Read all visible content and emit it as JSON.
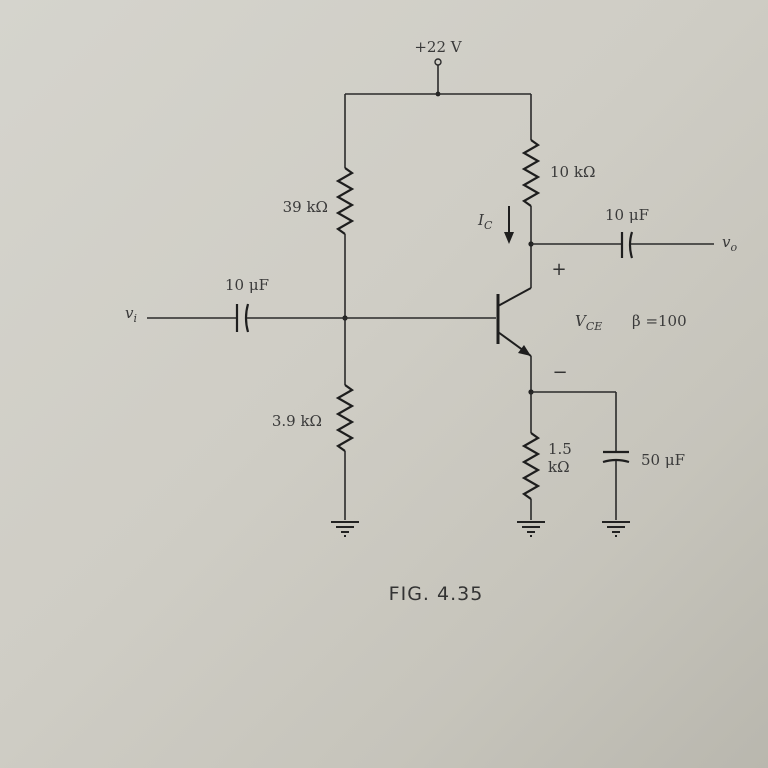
{
  "figure": {
    "caption": "FIG. 4.35",
    "supply": "+22 V",
    "labels": {
      "r1": "39 kΩ",
      "r2": "3.9 kΩ",
      "rc": "10 kΩ",
      "re_top": "1.5",
      "re_bottom": "kΩ",
      "c_in": "10 μF",
      "c_out": "10 μF",
      "c_e": "50 μF",
      "vi": "v",
      "vi_sub": "i",
      "vo": "v",
      "vo_sub": "o",
      "ic": "I",
      "ic_sub": "C",
      "vce": "V",
      "vce_sub": "CE",
      "beta": "β =100",
      "plus": "+",
      "minus": "−"
    }
  }
}
